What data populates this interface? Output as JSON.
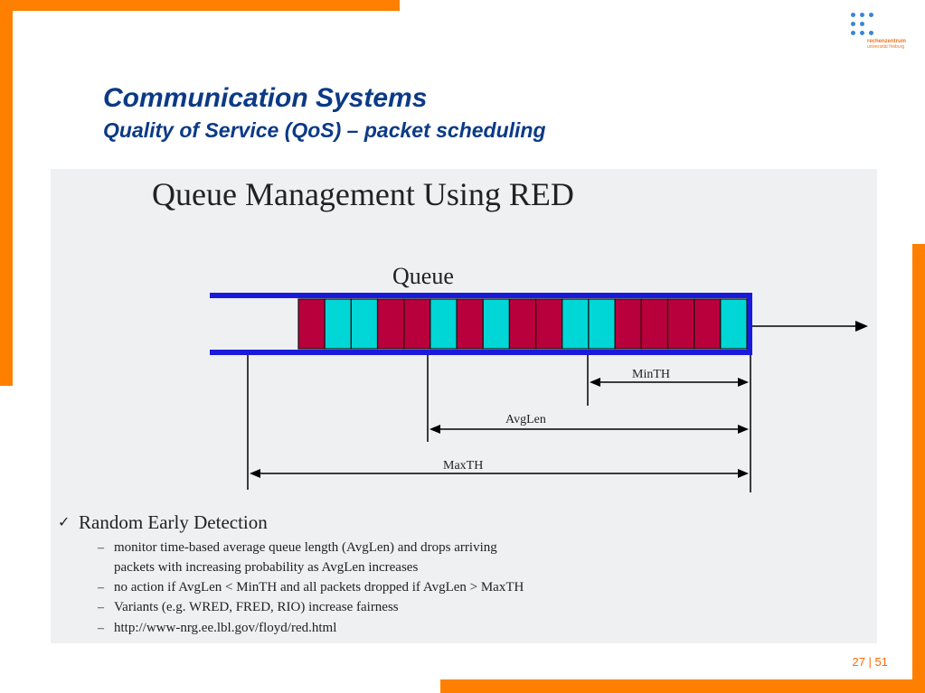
{
  "header": {
    "title": "Communication Systems",
    "subtitle": "Quality of Service (QoS) – packet scheduling"
  },
  "logo": {
    "line1": "rechenzentrum",
    "line2": "universität freiburg"
  },
  "slide": {
    "heading": "Queue Management Using RED",
    "queue_label": "Queue",
    "cells": [
      "red",
      "cyan",
      "cyan",
      "red",
      "red",
      "cyan",
      "red",
      "cyan",
      "red",
      "red",
      "cyan",
      "cyan",
      "red",
      "red",
      "red",
      "red",
      "cyan"
    ],
    "thresholds": {
      "minth": "MinTH",
      "avglen": "AvgLen",
      "maxth": "MaxTH"
    },
    "bullet": {
      "title": "Random Early Detection",
      "items": [
        {
          "dash": "–",
          "line1": "monitor time-based average queue length (AvgLen) and drops arriving",
          "line2": "packets with increasing probability as AvgLen increases"
        },
        {
          "dash": "–",
          "line1": "no action if AvgLen < MinTH and all packets dropped if AvgLen > MaxTH"
        },
        {
          "dash": "–",
          "line1": "Variants (e.g. WRED, FRED, RIO) increase fairness"
        },
        {
          "dash": "–",
          "line1": "http://www-nrg.ee.lbl.gov/floyd/red.html"
        }
      ]
    }
  },
  "footer": {
    "page": "27 | 51"
  },
  "colors": {
    "accent": "#ff8000",
    "title": "#0b3a86",
    "queue_border": "#1a1adb",
    "packet_red": "#b8003c",
    "packet_cyan": "#00d6d6"
  }
}
